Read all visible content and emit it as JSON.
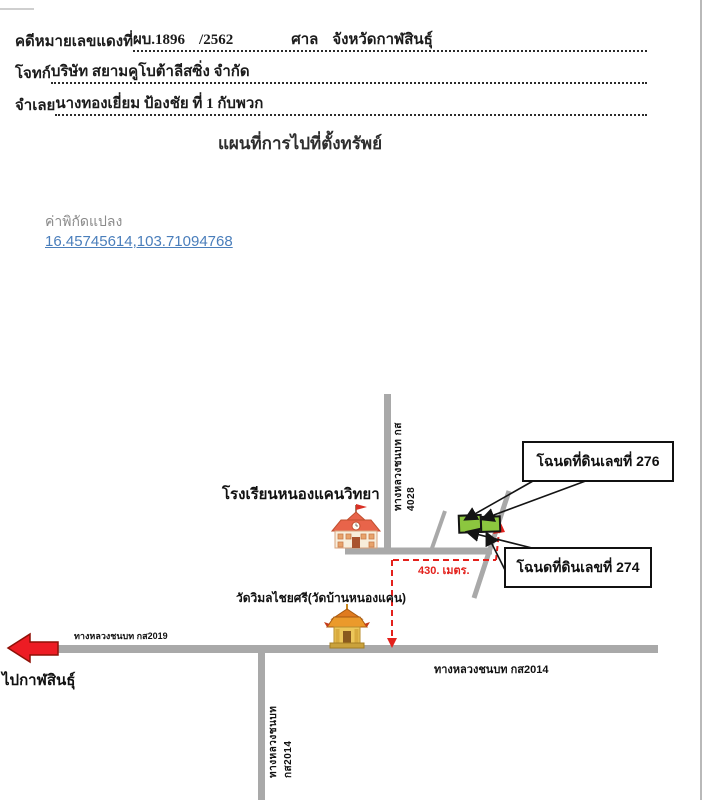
{
  "page": {
    "header": {
      "line1": {
        "label": "คดีหมายเลขแดงที่",
        "case_no": "ผบ.1896",
        "year": "/2562",
        "court_label": "ศาล",
        "court": "จังหวัดกาฬสินธุ์"
      },
      "line2": {
        "label": "โจทก์",
        "value": "บริษัท สยามคูโบต้าลีสซิ่ง จำกัด"
      },
      "line3": {
        "label": "จำเลย",
        "value": "นางทองเยี่ยม ป้องชัย ที่ 1 กับพวก"
      }
    },
    "title": "แผนที่การไปที่ตั้งทรัพย์",
    "coordinates": {
      "label": "ค่าพิกัดแปลง",
      "value": "16.45745614,103.71094768"
    },
    "map": {
      "school": "โรงเรียนหนองแคนวิทยา",
      "temple": "วัดวิมลไชยศรี(วัดบ้านหนองแคน)",
      "deed276": "โฉนดที่ดินเลขที่ 276",
      "deed274": "โฉนดที่ดินเลขที่ 274",
      "distance": "430. เมตร.",
      "road_vertical_top": "ทางหลวงชนบท กส 4028",
      "road_left": "ทางหลวงชนบท กส2019",
      "road_right": "ทางหลวงชนบท กส2014",
      "road_vertical_bottom": "ทางหลวงชนบท กส2014",
      "destination": "ไปกาฬสินธุ์",
      "icons": [
        "school-building-icon",
        "temple-icon",
        "red-left-arrow-icon",
        "land-plots-icon"
      ]
    },
    "colors": {
      "road_gray": "#a9a9a9",
      "plot_green": "#8cc63f",
      "route_red": "#e3211c",
      "arrow_red": "#ed1c24",
      "link_blue": "#4a7ebb"
    }
  }
}
